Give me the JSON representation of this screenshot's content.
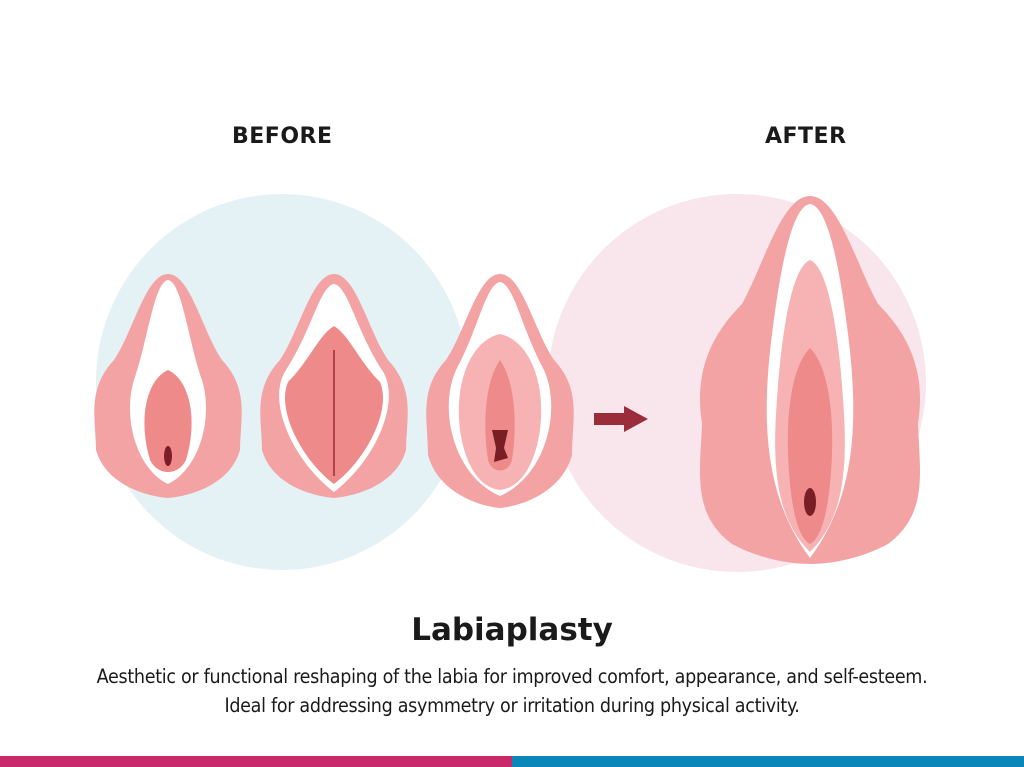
{
  "labels": {
    "before": "BEFORE",
    "after": "AFTER"
  },
  "title": "Labiaplasty",
  "description": "Aesthetic or functional reshaping of the labia for improved comfort, appearance, and self-esteem. Ideal for addressing asymmetry or irritation during physical activity.",
  "icons": {
    "transition_arrow": "arrow-right-icon"
  },
  "colors": {
    "before_circle": "#e4f1f5",
    "after_circle": "#f8e6ec",
    "outer_tissue": "#f3a3a3",
    "inner_tissue": "#ef8a8a",
    "arrow": "#9b2c3a",
    "footer_left": "#c9286a",
    "footer_right": "#0a86b8"
  },
  "footer": {
    "segments": [
      "magenta",
      "blue"
    ]
  }
}
